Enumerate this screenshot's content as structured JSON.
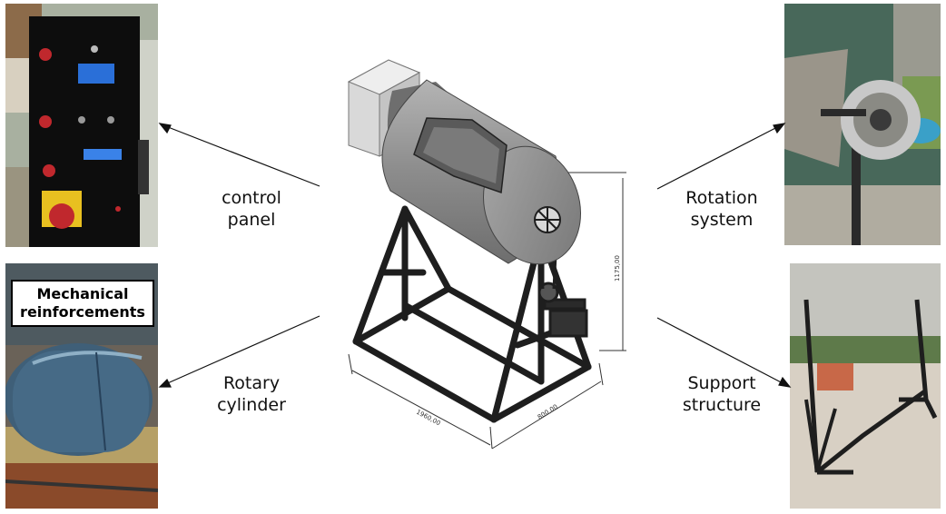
{
  "labels": {
    "control_panel": [
      "control",
      "panel"
    ],
    "rotary_cylinder": [
      "Rotary",
      "cylinder"
    ],
    "rotation_system": [
      "Rotation",
      "system"
    ],
    "support_structure": [
      "Support",
      "structure"
    ],
    "mechanical_reinforcements": [
      "Mechanical",
      "reinforcements"
    ]
  },
  "dimensions": {
    "length": "1960,00",
    "width": "800,00",
    "height": "1175,00"
  },
  "photos": [
    "control-panel-photo",
    "rotary-cylinder-photo",
    "sprocket-photo",
    "support-frame-photo"
  ],
  "colors": {
    "frame": "#2a2a2a",
    "cylinder": "#8a8a8a",
    "panel": "#111111",
    "accent_red": "#c0282d"
  }
}
